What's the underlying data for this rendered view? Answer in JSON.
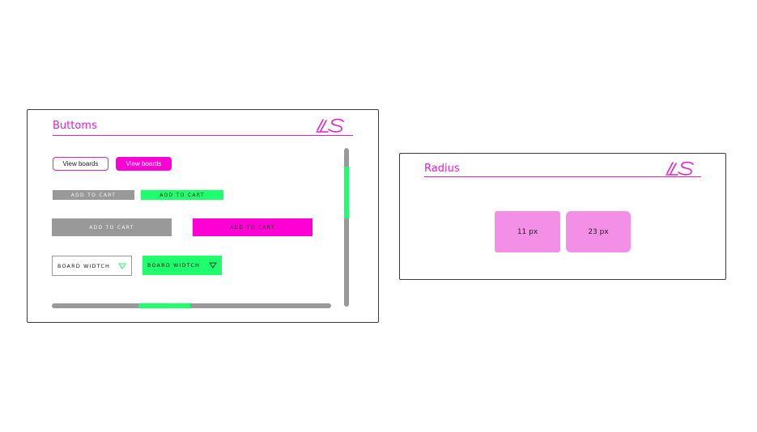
{
  "buttons_panel": {
    "title": "Buttoms",
    "view_boards_outline": "View boards",
    "view_boards_filled": "View boards",
    "add_to_cart_small_gray": "ADD TO CART",
    "add_to_cart_small_green": "ADD TO CART",
    "add_to_cart_large_gray": "ADD TO CART",
    "add_to_cart_large_magenta": "ADD TO CART",
    "board_width_outline": "BOARD WIDTCH",
    "board_width_green": "BOARD WIDTCH"
  },
  "radius_panel": {
    "title": "Radius",
    "box_small": "11 px",
    "box_large": "23 px"
  },
  "icons": {
    "logo": "pen-s-logo-icon",
    "caret": "triangle-down-icon"
  },
  "colors": {
    "accent_magenta": "#ff00d4",
    "accent_green": "#1fff6e",
    "neutral_gray": "#999999",
    "radius_pink": "#f48fe8"
  }
}
